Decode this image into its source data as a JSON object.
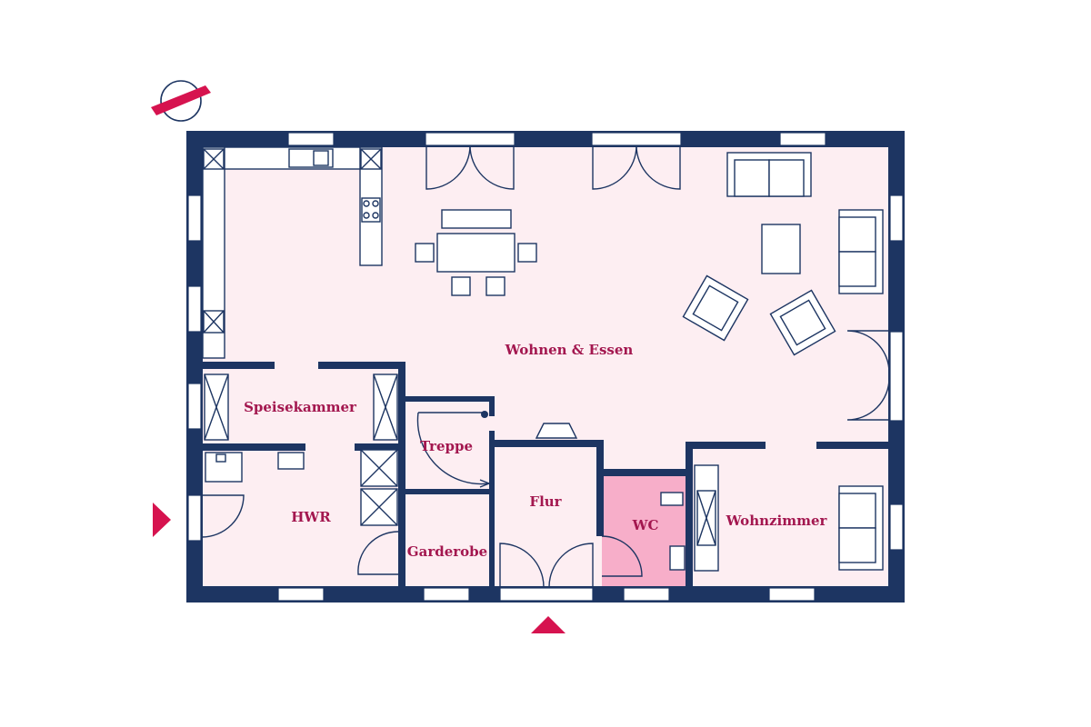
{
  "colors": {
    "wall": "#1d3562",
    "floor": "#fdeef2",
    "wc_floor": "#f7aec9",
    "label": "#a3174f",
    "accent": "#d6134f"
  },
  "rooms": {
    "wohnen_essen": "Wohnen & Essen",
    "speisekammer": "Speisekammer",
    "hwr": "HWR",
    "treppe": "Treppe",
    "garderobe": "Garderobe",
    "flur": "Flur",
    "wc": "WC",
    "wohnzimmer": "Wohnzimmer"
  },
  "icons": {
    "compass": "compass-icon",
    "entrance_side": "entrance-arrow-icon",
    "entrance_front": "entrance-arrow-icon"
  }
}
